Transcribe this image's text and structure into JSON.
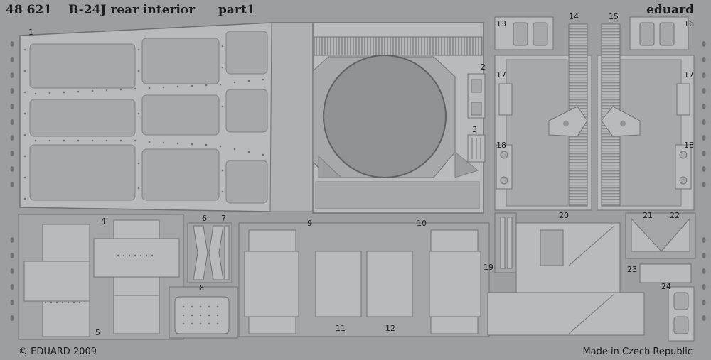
{
  "header": {
    "kit_number": "48 621",
    "title": "B-24J rear interior",
    "part": "part1",
    "brand": "eduard"
  },
  "footer": {
    "copyright": "© EDUARD 2009",
    "origin": "Made in Czech Republic"
  },
  "part_numbers": [
    "1",
    "2",
    "3",
    "4",
    "5",
    "6",
    "7",
    "8",
    "9",
    "10",
    "11",
    "12",
    "13",
    "14",
    "15",
    "16",
    "17",
    "17",
    "18",
    "18",
    "19",
    "20",
    "21",
    "22",
    "23",
    "24"
  ],
  "colors": {
    "fret": "#9c9fa2",
    "part": "#b8bbbe",
    "part_dark": "#8a8d90",
    "outline": "#6f7275",
    "text": "#1c1c1c"
  }
}
